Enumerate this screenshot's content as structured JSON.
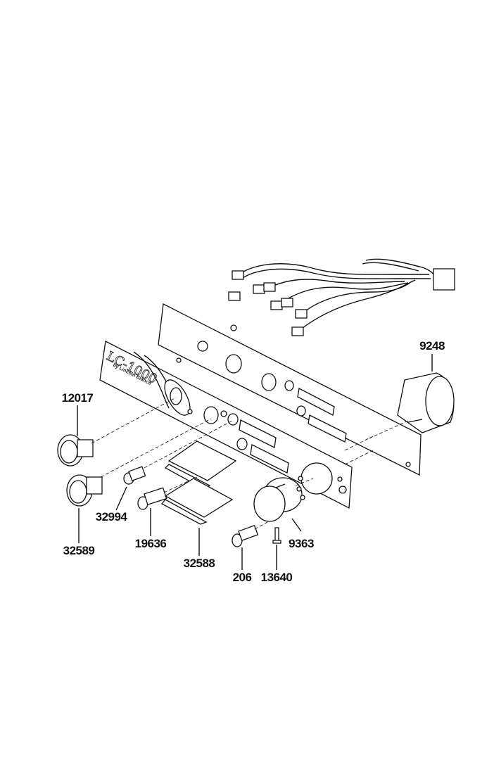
{
  "diagram": {
    "logo": {
      "model": "LC-1000",
      "brand": "by Lincoln Blanco"
    },
    "parts": [
      {
        "id": "wire_harness",
        "label": ""
      },
      {
        "id": "motor",
        "label": "9248"
      },
      {
        "id": "switch_top",
        "label": "12017"
      },
      {
        "id": "switch_bottom",
        "label": "32589"
      },
      {
        "id": "lamp_small",
        "label": "32994"
      },
      {
        "id": "lamp_holder",
        "label": "19636"
      },
      {
        "id": "lens_plate",
        "label": "32588"
      },
      {
        "id": "knob",
        "label": "9363"
      },
      {
        "id": "lamp",
        "label": "206"
      },
      {
        "id": "screw",
        "label": "13640"
      }
    ]
  }
}
